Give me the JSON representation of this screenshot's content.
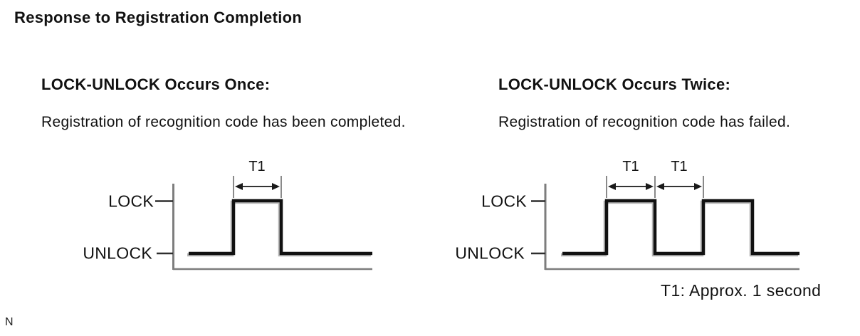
{
  "page": {
    "title": "Response to Registration Completion",
    "margin_letter": "N"
  },
  "panels": [
    {
      "id": "once",
      "heading": "LOCK-UNLOCK Occurs Once:",
      "description": "Registration of recognition code has been completed.",
      "signal_high_label": "LOCK",
      "signal_low_label": "UNLOCK",
      "pulse_count": 1,
      "interval_labels": [
        "T1"
      ]
    },
    {
      "id": "twice",
      "heading": "LOCK-UNLOCK Occurs Twice:",
      "description": "Registration of recognition code has failed.",
      "signal_high_label": "LOCK",
      "signal_low_label": "UNLOCK",
      "pulse_count": 2,
      "interval_labels": [
        "T1",
        "T1"
      ]
    }
  ],
  "note": {
    "text": "T1: Approx. 1 second"
  },
  "colors": {
    "background": "#ffffff",
    "text": "#111111",
    "axis_line": "#7d7d7d",
    "tick_line": "#2e2e2e",
    "signal_line": "#111111",
    "signal_shadow": "#b4b4b4",
    "dimension_line": "#8a8a8a",
    "arrow": "#1a1a1a"
  }
}
